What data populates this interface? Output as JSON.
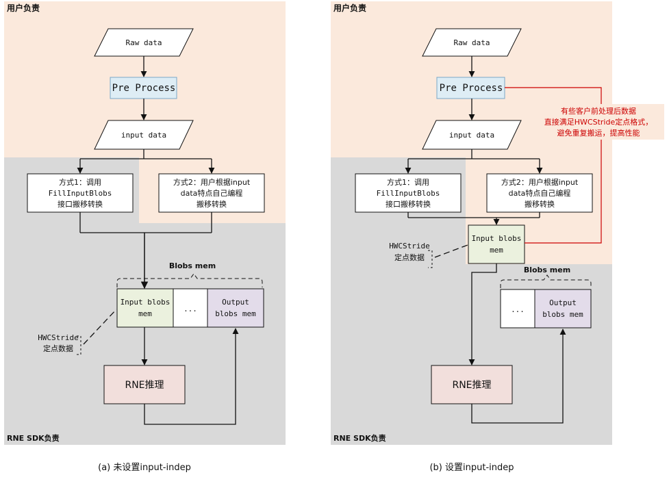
{
  "colors": {
    "user_region": "#fbe9dc",
    "sdk_region": "#d9d9d9",
    "preprocess_fill": "#deedf5",
    "input_blob_fill": "#ebf1de",
    "output_blob_fill": "#e3dcea",
    "rne_fill": "#f2dfdc",
    "red_note": "#cc0000"
  },
  "panel_a": {
    "user_label": "用户负责",
    "sdk_label": "RNE SDK负责",
    "raw_data": "Raw data",
    "pre_process": "Pre Process",
    "input_data": "input data",
    "method1": [
      "方式1：调用",
      "FillInputBlobs",
      "接口搬移转换"
    ],
    "method2": [
      "方式2：用户根据input",
      "data特点自己编程",
      "搬移转换"
    ],
    "blobs_mem": "Blobs mem",
    "input_blobs": [
      "Input blobs",
      "mem"
    ],
    "ellipsis": "...",
    "output_blobs": [
      "Output",
      "blobs mem"
    ],
    "hwc": [
      "HWCStride",
      "定点数据"
    ],
    "rne": "RNE推理",
    "caption": "(a) 未设置input-indep"
  },
  "panel_b": {
    "user_label": "用户负责",
    "sdk_label": "RNE SDK负责",
    "raw_data": "Raw data",
    "pre_process": "Pre Process",
    "input_data": "input data",
    "method1": [
      "方式1：调用",
      "FillInputBlobs",
      "接口搬移转换"
    ],
    "method2": [
      "方式2：用户根据input",
      "data特点自己编程",
      "搬移转换"
    ],
    "blobs_mem": "Blobs mem",
    "input_blobs": [
      "Input blobs",
      "mem"
    ],
    "ellipsis": "...",
    "output_blobs": [
      "Output",
      "blobs mem"
    ],
    "hwc": [
      "HWCStride",
      "定点数据"
    ],
    "rne": "RNE推理",
    "note": [
      "有些客户前处理后数据",
      "直接满足HWCStride定点格式，",
      "避免重复搬运，提高性能"
    ],
    "caption": "(b) 设置input-indep"
  }
}
